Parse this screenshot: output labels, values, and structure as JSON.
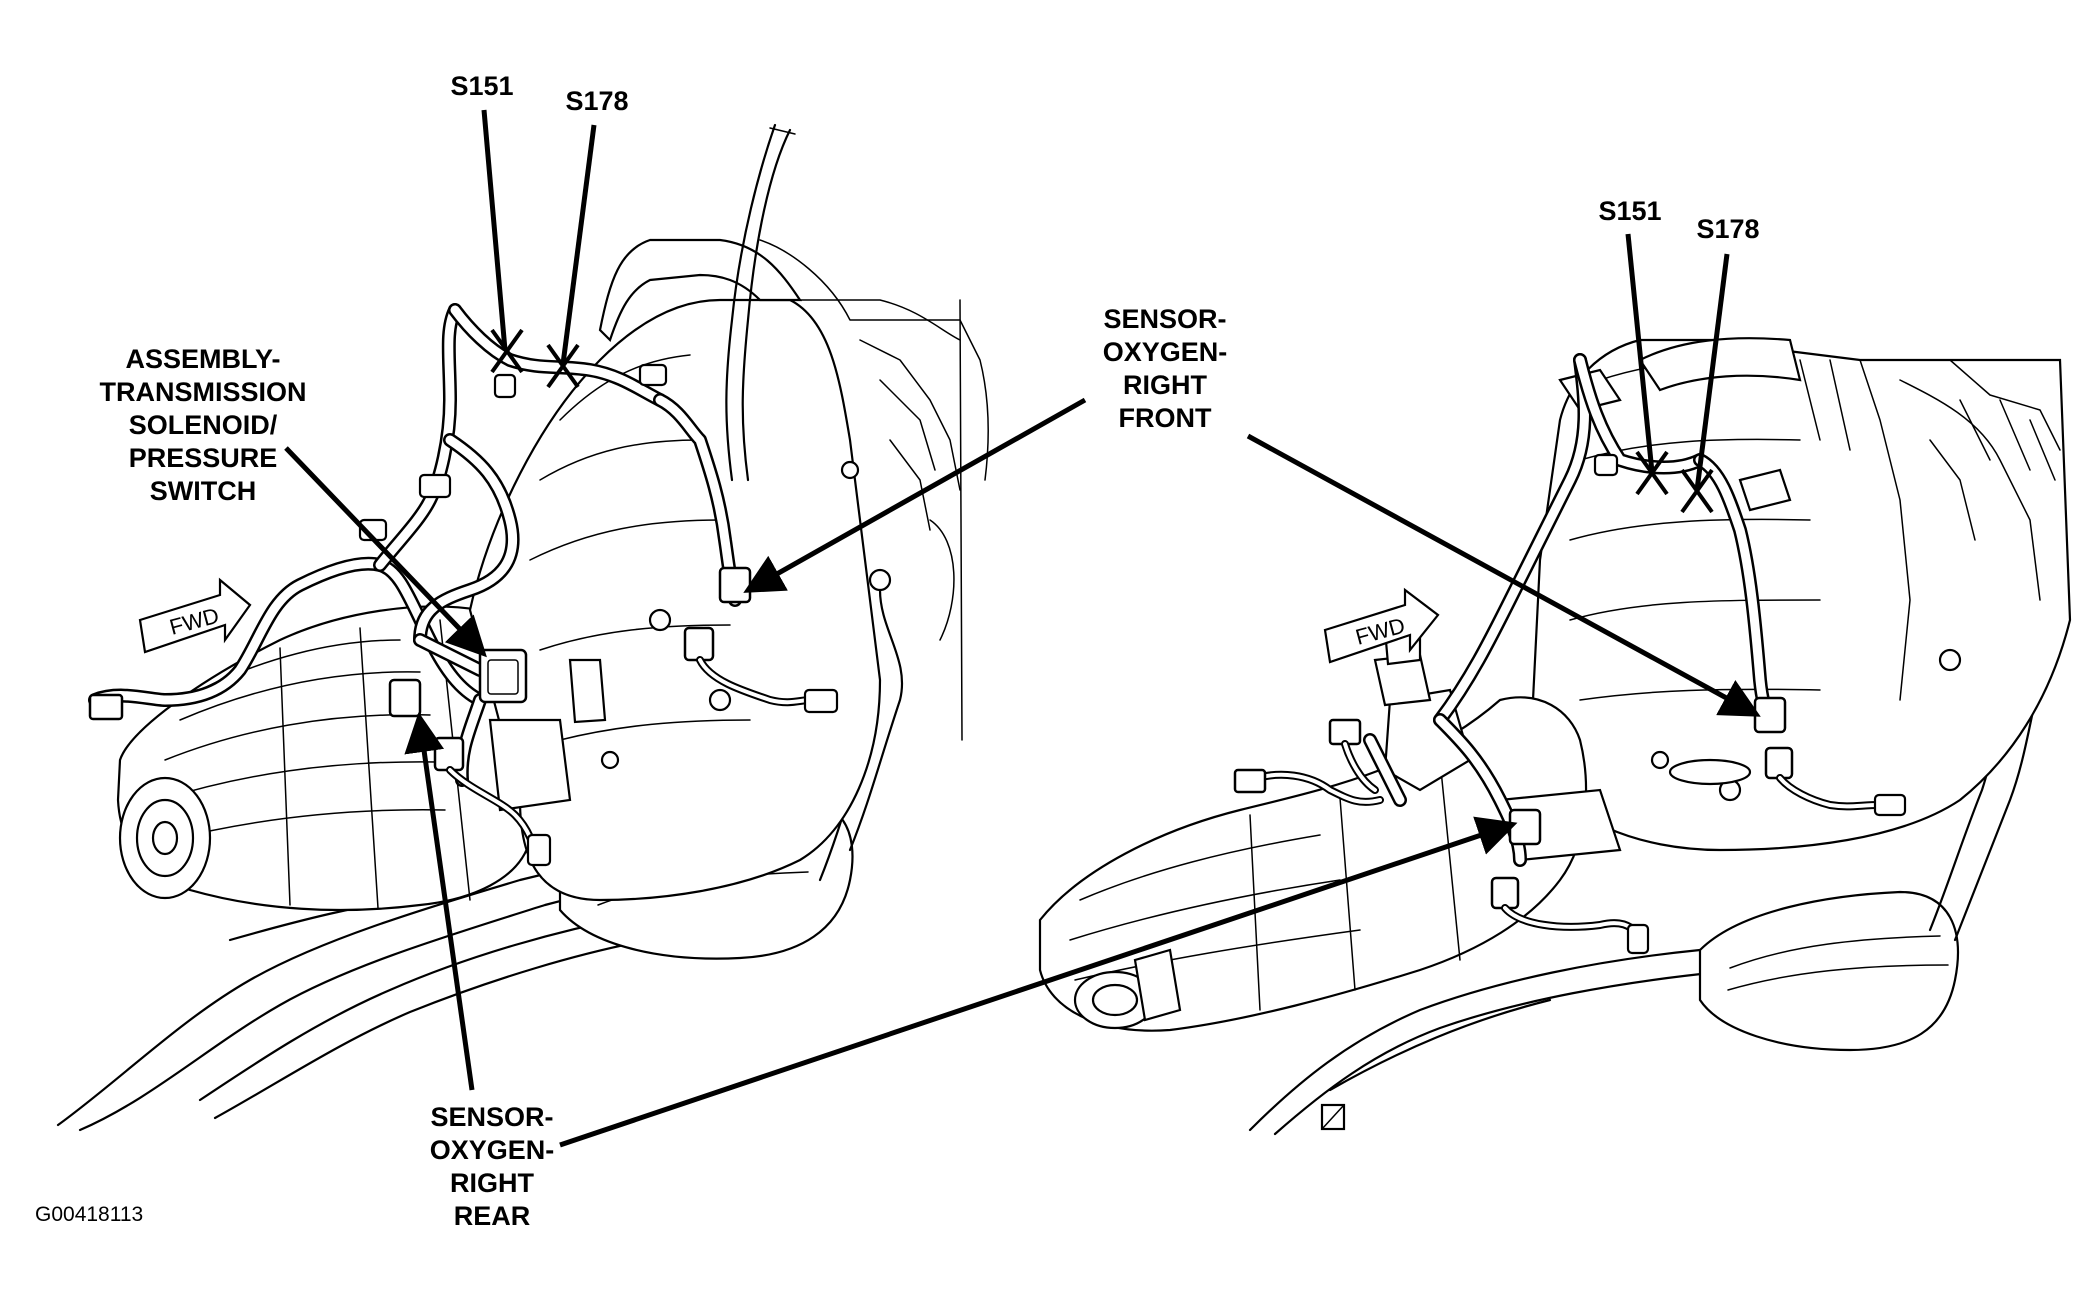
{
  "figure_id": "G00418113",
  "fwd_label": "FWD",
  "left_view": {
    "splices": [
      {
        "id": "s151",
        "label": "S151"
      },
      {
        "id": "s178",
        "label": "S178"
      }
    ]
  },
  "right_view": {
    "splices": [
      {
        "id": "s151",
        "label": "S151"
      },
      {
        "id": "s178",
        "label": "S178"
      }
    ]
  },
  "callouts": {
    "transmission_solenoid": [
      "ASSEMBLY-",
      "TRANSMISSION",
      "SOLENOID/",
      "PRESSURE",
      "SWITCH"
    ],
    "o2_right_front": [
      "SENSOR-",
      "OXYGEN-",
      "RIGHT",
      "FRONT"
    ],
    "o2_right_rear": [
      "SENSOR-",
      "OXYGEN-",
      "RIGHT",
      "REAR"
    ]
  }
}
